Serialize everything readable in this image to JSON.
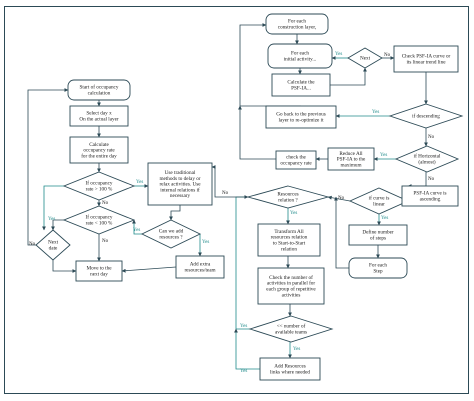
{
  "nodes": [
    {
      "id": "start_occupancy",
      "lines": [
        "Start of occupancy",
        "calculation"
      ]
    },
    {
      "id": "select_day",
      "lines": [
        "Select day x",
        "On the actual layer"
      ]
    },
    {
      "id": "calc_occupancy",
      "lines": [
        "Calculate",
        "occupancy rate",
        "for the entire day"
      ]
    },
    {
      "id": "if_gt_100",
      "lines": [
        "If occupancy",
        "rate > 100 %"
      ]
    },
    {
      "id": "if_lt_100",
      "lines": [
        "If occupancy",
        "rate < 100 %"
      ]
    },
    {
      "id": "next_date",
      "lines": [
        "Next",
        "date"
      ]
    },
    {
      "id": "move_next_day",
      "lines": [
        "Move to the",
        "next day"
      ]
    },
    {
      "id": "use_traditional",
      "lines": [
        "Use traditional",
        "methods to delay or",
        "relax activities. Use",
        "internal relations if",
        "necessary"
      ]
    },
    {
      "id": "can_add_resources",
      "lines": [
        "Can we add",
        "resources ?"
      ]
    },
    {
      "id": "add_extra_resources",
      "lines": [
        "Add extra",
        "resources/team"
      ]
    },
    {
      "id": "for_each_layer",
      "lines": [
        "For each",
        "construction layer,"
      ]
    },
    {
      "id": "for_each_activity",
      "lines": [
        "For each",
        "initial activity..."
      ]
    },
    {
      "id": "calc_psf",
      "lines": [
        "Calculate the",
        "PSF-IA..."
      ]
    },
    {
      "id": "next",
      "lines": [
        "Next"
      ]
    },
    {
      "id": "check_psf_curve",
      "lines": [
        "Check PSF-IA curve or",
        "its linear trend line"
      ]
    },
    {
      "id": "go_back",
      "lines": [
        "Go back to the previous",
        "layer to re-optimize it"
      ]
    },
    {
      "id": "if_descending",
      "lines": [
        "if descending"
      ]
    },
    {
      "id": "if_horizontal",
      "lines": [
        "if Horizontal",
        "(almost)"
      ]
    },
    {
      "id": "reduce_all",
      "lines": [
        "Reduce All",
        "PSF-IA to the",
        "maximum"
      ]
    },
    {
      "id": "check_occupancy",
      "lines": [
        "check the",
        "occupancy rate"
      ]
    },
    {
      "id": "if_curve_linear",
      "lines": [
        "if curve is",
        "linear"
      ]
    },
    {
      "id": "psf_ascending",
      "lines": [
        "PSF-IA curve is",
        "ascending"
      ]
    },
    {
      "id": "resources_relation",
      "lines": [
        "Resources",
        "relation ?"
      ]
    },
    {
      "id": "define_steps",
      "lines": [
        "Define number",
        "of steps"
      ]
    },
    {
      "id": "for_each_step",
      "lines": [
        "For each",
        "Step"
      ]
    },
    {
      "id": "transform_all",
      "lines": [
        "Transform All",
        "resources relation",
        "to Start-to-Start",
        "relation"
      ]
    },
    {
      "id": "check_number",
      "lines": [
        "Check the number of",
        "activities in parallel for",
        "each group of repetitive",
        "activities"
      ]
    },
    {
      "id": "lt_number_teams",
      "lines": [
        "<< number of",
        "available teams"
      ]
    },
    {
      "id": "add_resources_links",
      "lines": [
        "Add Resources",
        "links where needed"
      ]
    }
  ],
  "edge_labels": {
    "yes": "Yes",
    "no": "No"
  },
  "colors": {
    "stroke": "#2c4a56",
    "yes_label": "#1f8a8a",
    "text": "#1a1a1a",
    "background": "#ffffff"
  }
}
